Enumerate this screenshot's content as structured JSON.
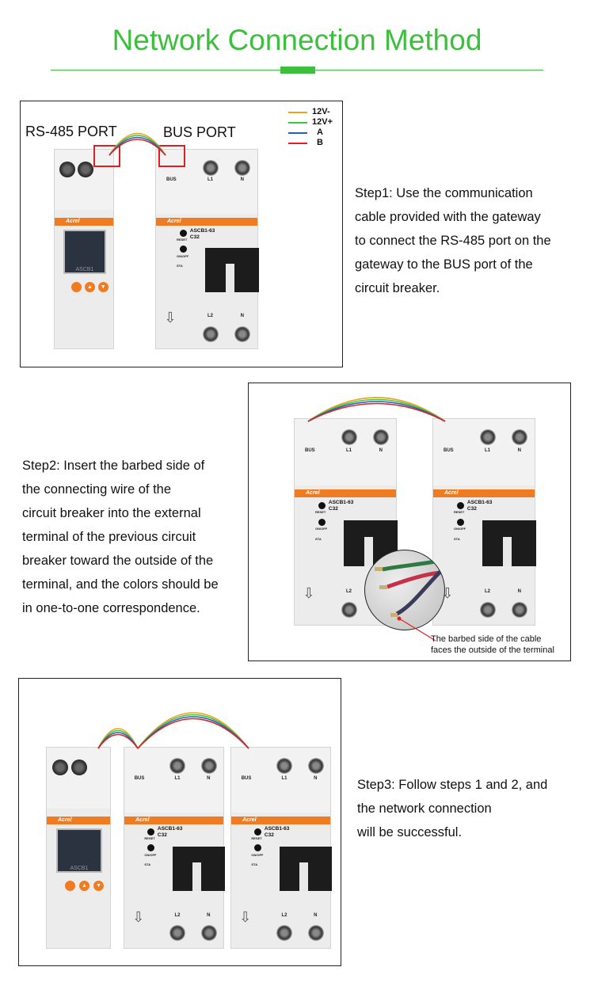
{
  "title": "Network Connection Method",
  "step1": {
    "text": "Step1: Use the communication cable provided with the gateway to connect the RS-485 port on the gateway to the BUS port of the circuit breaker.",
    "lines": [
      "Step1: Use the communication",
      "cable provided with the gateway",
      "to connect the RS-485 port on the",
      "gateway to the BUS port of the",
      "circuit breaker."
    ],
    "rs485_label": "RS-485 PORT",
    "bus_label": "BUS PORT",
    "legend": [
      {
        "label": "12V-",
        "color": "#f0a020"
      },
      {
        "label": "12V+",
        "color": "#3cc83c"
      },
      {
        "label": "A",
        "color": "#2060c8"
      },
      {
        "label": "B",
        "color": "#e02020"
      }
    ]
  },
  "step2": {
    "lines": [
      "Step2: Insert the barbed side of",
      "the connecting wire of the",
      "circuit breaker into the external",
      "terminal of the previous circuit",
      "breaker toward the outside of the",
      "terminal, and the colors should be",
      "in one-to-one correspondence."
    ],
    "note_lines": [
      "The barbed side of the cable",
      "faces the outside of the terminal"
    ]
  },
  "step3": {
    "lines": [
      "Step3: Follow steps 1 and 2, and",
      "the network connection",
      "will be successful."
    ]
  },
  "device": {
    "brand": "Acrel",
    "meter_model": "ASCB1",
    "breaker_model": "ASCB1-63",
    "breaker_rating": "C32",
    "bus": "BUS",
    "l1": "L1",
    "l2": "L2",
    "n": "N",
    "reset": "RESET",
    "onoff": "ON/OFF",
    "sta": "STA"
  }
}
